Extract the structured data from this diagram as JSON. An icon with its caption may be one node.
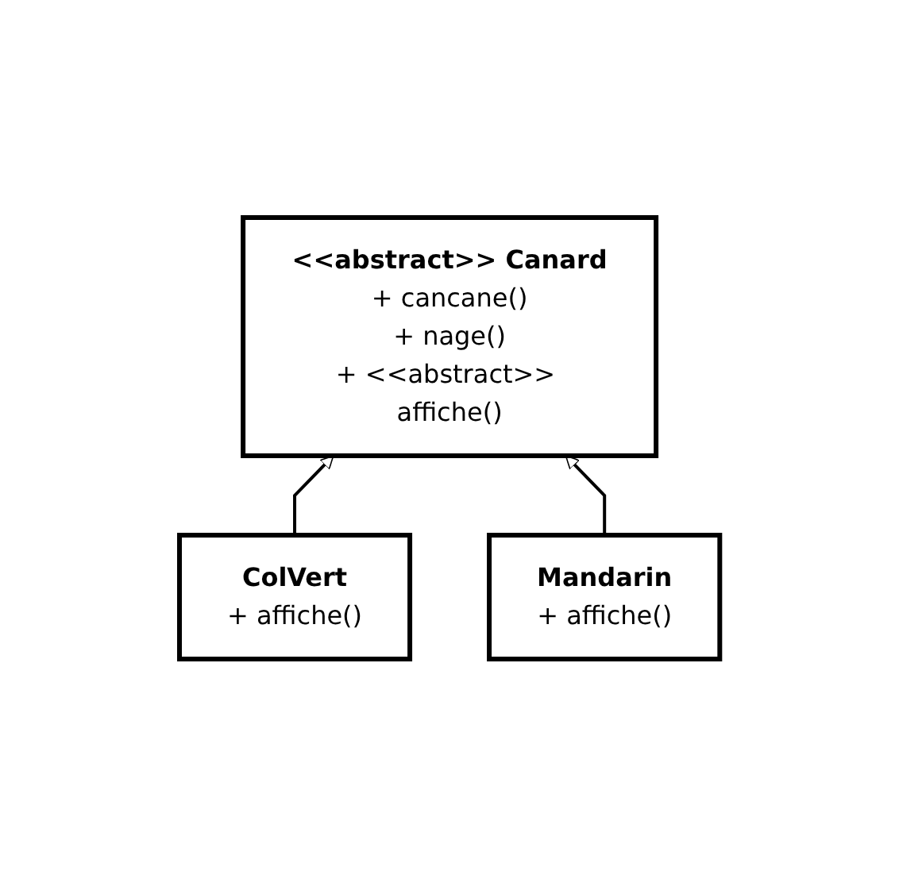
{
  "diagram": {
    "nodes": [
      {
        "text": [
          "<<abstract>> Canard",
          "+ cancane()",
          "+ nage()",
          "+ <<abstract>> affiche()"
        ]
      },
      {
        "text": [
          "ColVert",
          "+ affiche()"
        ]
      },
      {
        "text": [
          "Mandarin",
          "+ affiche()"
        ]
      }
    ],
    "edges": [
      {
        "from": 1,
        "to": 0,
        "arrow": "to"
      },
      {
        "from": 2,
        "to": 0,
        "arrow": "to"
      }
    ]
  }
}
